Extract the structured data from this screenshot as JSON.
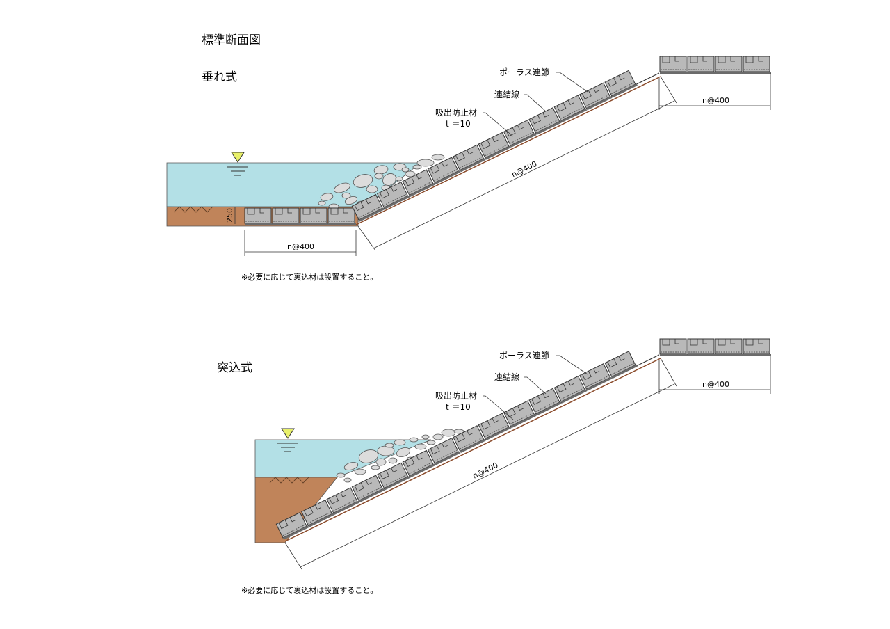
{
  "page": {
    "title": "標準断面図"
  },
  "sections": [
    {
      "id": "tare",
      "heading": "垂れ式",
      "labels": {
        "porous_block": "ポーラス連節",
        "connecting_wire": "連結線",
        "suction_prevention": "吸出防止材",
        "thickness": "t ＝10"
      },
      "dimensions": {
        "toe": "n@400",
        "slope": "n@400",
        "crest": "n@400",
        "depth": "250"
      },
      "note": "※必要に応じて裏込材は設置すること。"
    },
    {
      "id": "tsukkomi",
      "heading": "突込式",
      "labels": {
        "porous_block": "ポーラス連節",
        "connecting_wire": "連結線",
        "suction_prevention": "吸出防止材",
        "thickness": "t ＝10"
      },
      "dimensions": {
        "slope": "n@400",
        "crest": "n@400"
      },
      "note": "※必要に応じて裏込材は設置すること。"
    }
  ],
  "colors": {
    "water": "#b3e0e6",
    "soil": "#c0845a",
    "block": "#b9b9b9",
    "block_edge": "#333333",
    "stone": "#dcdcdc",
    "water_mark": "#e8f06a"
  }
}
